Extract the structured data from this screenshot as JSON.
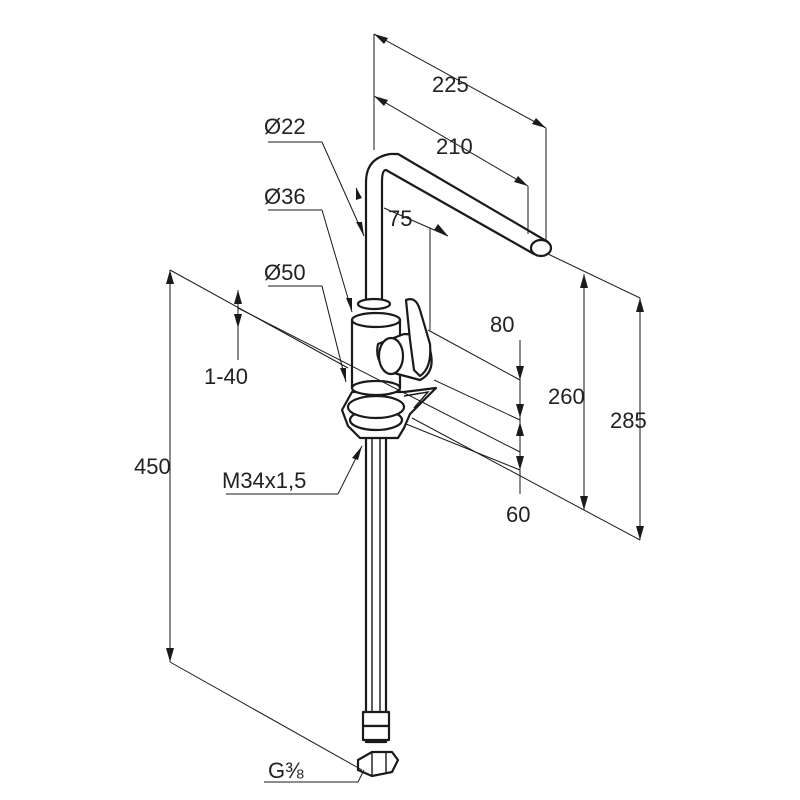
{
  "labels": {
    "d225": "225",
    "d210": "210",
    "d22": "Ø22",
    "d36": "Ø36",
    "d75": "75",
    "d50": "Ø50",
    "d80": "80",
    "d1_40": "1-40",
    "d260": "260",
    "d285": "285",
    "d450": "450",
    "thread": "M34x1,5",
    "d60": "60",
    "g38": "G⅜"
  }
}
